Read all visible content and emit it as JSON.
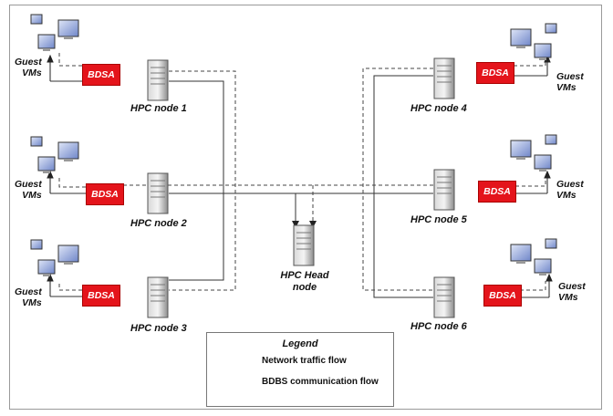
{
  "nodes": [
    {
      "label": "HPC node 1"
    },
    {
      "label": "HPC node 2"
    },
    {
      "label": "HPC node 3"
    },
    {
      "label": "HPC node 4"
    },
    {
      "label": "HPC node 5"
    },
    {
      "label": "HPC node 6"
    }
  ],
  "head": {
    "line1": "HPC Head",
    "line2": "node"
  },
  "agent_label": "BDSA",
  "guest": {
    "line1": "Guest",
    "line2": "VMs"
  },
  "legend": {
    "title": "Legend",
    "solid": "Network traffic flow",
    "dashed": "BDBS communication flow"
  },
  "colors": {
    "agent": "#e4141b",
    "line": "#333333"
  }
}
